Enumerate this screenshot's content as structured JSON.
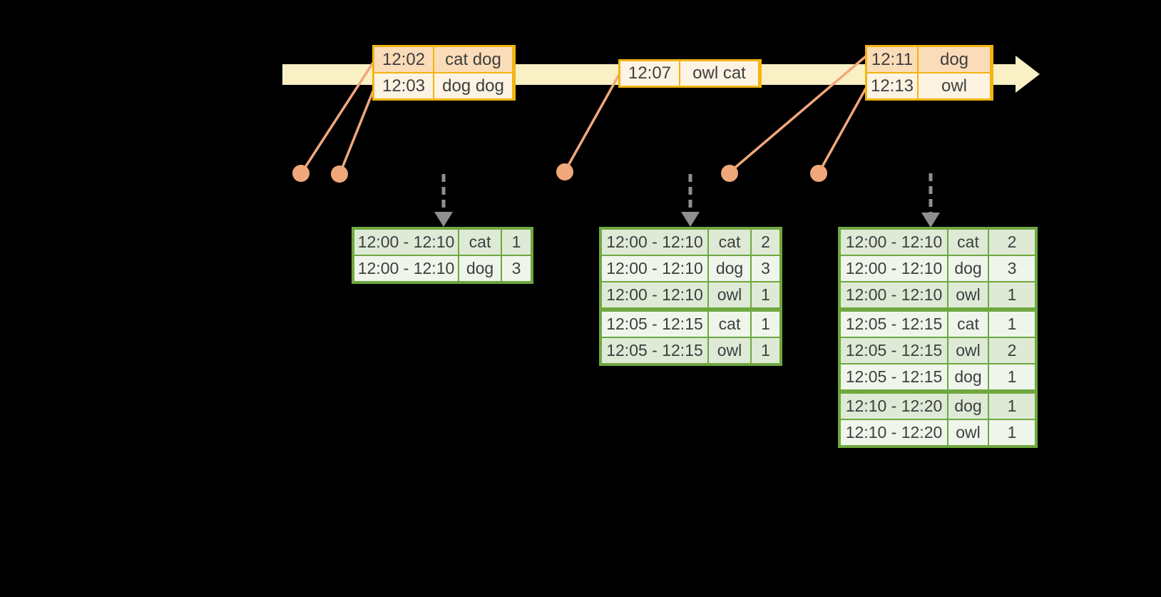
{
  "palette": {
    "background": "#000000",
    "timeline_fill": "#FAF0C5",
    "event_table_border": "#F2B511",
    "event_row_peach": "#FBDCB8",
    "event_row_cream": "#FDF3E3",
    "connector_salmon": "#F0A87A",
    "result_table_border": "#6EA83F",
    "result_row_dark": "#DEEAD6",
    "result_row_light": "#F0F5EC",
    "trigger_arrow_gray": "#8F8F8F",
    "text": "#3E3E3E"
  },
  "event_tables": [
    {
      "id": "events-early",
      "rows": [
        {
          "time": "12:02",
          "words": "cat dog"
        },
        {
          "time": "12:03",
          "words": "dog dog"
        }
      ]
    },
    {
      "id": "events-middle",
      "rows": [
        {
          "time": "12:07",
          "words": "owl cat"
        }
      ]
    },
    {
      "id": "events-late",
      "rows": [
        {
          "time": "12:11",
          "words": "dog"
        },
        {
          "time": "12:13",
          "words": "owl"
        }
      ]
    }
  ],
  "result_tables": [
    {
      "id": "result-table-1",
      "rows": [
        {
          "window": "12:00 - 12:10",
          "word": "cat",
          "count": "1"
        },
        {
          "window": "12:00 - 12:10",
          "word": "dog",
          "count": "3"
        }
      ]
    },
    {
      "id": "result-table-2",
      "rows": [
        {
          "window": "12:00 - 12:10",
          "word": "cat",
          "count": "2"
        },
        {
          "window": "12:00 - 12:10",
          "word": "dog",
          "count": "3"
        },
        {
          "window": "12:00 - 12:10",
          "word": "owl",
          "count": "1"
        },
        {
          "window": "12:05 - 12:15",
          "word": "cat",
          "count": "1"
        },
        {
          "window": "12:05 - 12:15",
          "word": "owl",
          "count": "1"
        }
      ]
    },
    {
      "id": "result-table-3",
      "rows": [
        {
          "window": "12:00 - 12:10",
          "word": "cat",
          "count": "2"
        },
        {
          "window": "12:00 - 12:10",
          "word": "dog",
          "count": "3"
        },
        {
          "window": "12:00 - 12:10",
          "word": "owl",
          "count": "1"
        },
        {
          "window": "12:05 - 12:15",
          "word": "cat",
          "count": "1"
        },
        {
          "window": "12:05 - 12:15",
          "word": "owl",
          "count": "2"
        },
        {
          "window": "12:05 - 12:15",
          "word": "dog",
          "count": "1"
        },
        {
          "window": "12:10 - 12:20",
          "word": "dog",
          "count": "1"
        },
        {
          "window": "12:10 - 12:20",
          "word": "owl",
          "count": "1"
        }
      ]
    }
  ]
}
